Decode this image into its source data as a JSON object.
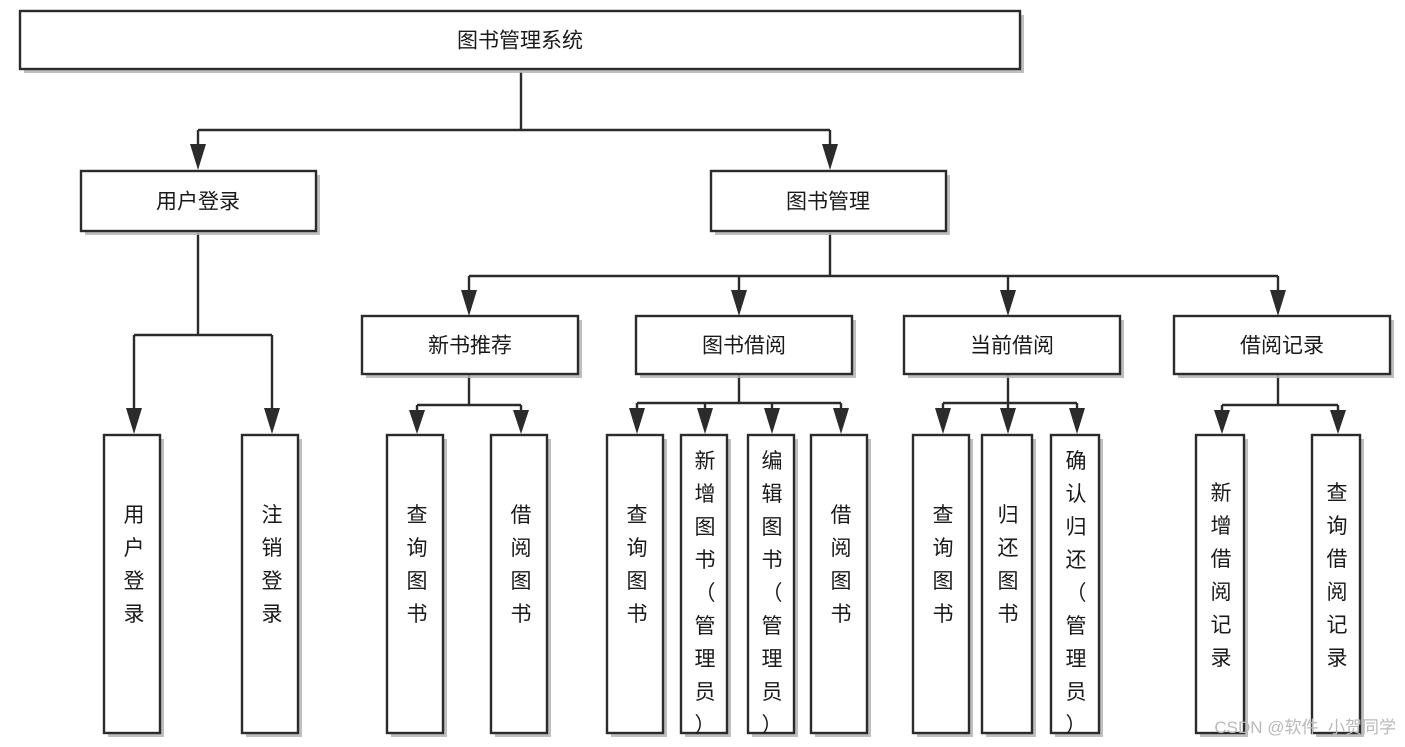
{
  "diagram": {
    "title": "图书管理系统",
    "type": "tree-hierarchy-chart",
    "orientation": "top-down",
    "colors": {
      "box_stroke": "#2b2b2b",
      "box_fill": "#ffffff",
      "connector": "#2b2b2b",
      "text": "#1a1a1a",
      "watermark": "#b9b9b9",
      "background": "#ffffff"
    },
    "root": {
      "label": "图书管理系统"
    },
    "level2": [
      {
        "label": "用户登录"
      },
      {
        "label": "图书管理"
      }
    ],
    "level3": [
      {
        "label": "新书推荐"
      },
      {
        "label": "图书借阅"
      },
      {
        "label": "当前借阅"
      },
      {
        "label": "借阅记录"
      }
    ],
    "leaves": {
      "user_login": [
        {
          "label": "用户登录"
        },
        {
          "label": "注销登录"
        }
      ],
      "new_book_recommend": [
        {
          "label": "查询图书"
        },
        {
          "label": "借阅图书"
        }
      ],
      "book_borrow": [
        {
          "label": "查询图书"
        },
        {
          "label": "新增图书（管理员）"
        },
        {
          "label": "编辑图书（管理员）"
        },
        {
          "label": "借阅图书"
        }
      ],
      "current_borrow": [
        {
          "label": "查询图书"
        },
        {
          "label": "归还图书"
        },
        {
          "label": "确认归还（管理员）"
        }
      ],
      "borrow_record": [
        {
          "label": "新增借阅记录"
        },
        {
          "label": "查询借阅记录"
        }
      ]
    },
    "watermark": "CSDN @软件_小贺同学"
  }
}
